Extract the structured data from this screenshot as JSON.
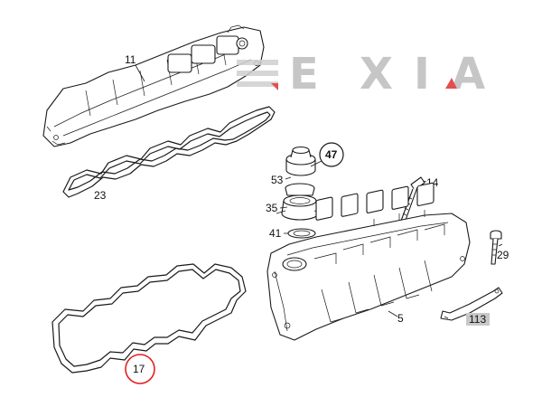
{
  "diagram": {
    "callouts": [
      {
        "id": "c11",
        "label": "11"
      },
      {
        "id": "c23",
        "label": "23"
      },
      {
        "id": "c47",
        "label": "47"
      },
      {
        "id": "c53",
        "label": "53"
      },
      {
        "id": "c14",
        "label": "14"
      },
      {
        "id": "c35",
        "label": "35"
      },
      {
        "id": "c41",
        "label": "41"
      },
      {
        "id": "c29",
        "label": "29"
      },
      {
        "id": "c5",
        "label": "5"
      },
      {
        "id": "c113",
        "label": "113"
      },
      {
        "id": "c17",
        "label": "17"
      }
    ],
    "highlight_color": "#e02020",
    "tag_fill": "#c8c8c8"
  },
  "watermark": {
    "text": "EXIA",
    "letters": [
      "E",
      "X",
      "I",
      "A"
    ],
    "accent_color": "#e03030",
    "text_color": "#bdbdbd"
  }
}
